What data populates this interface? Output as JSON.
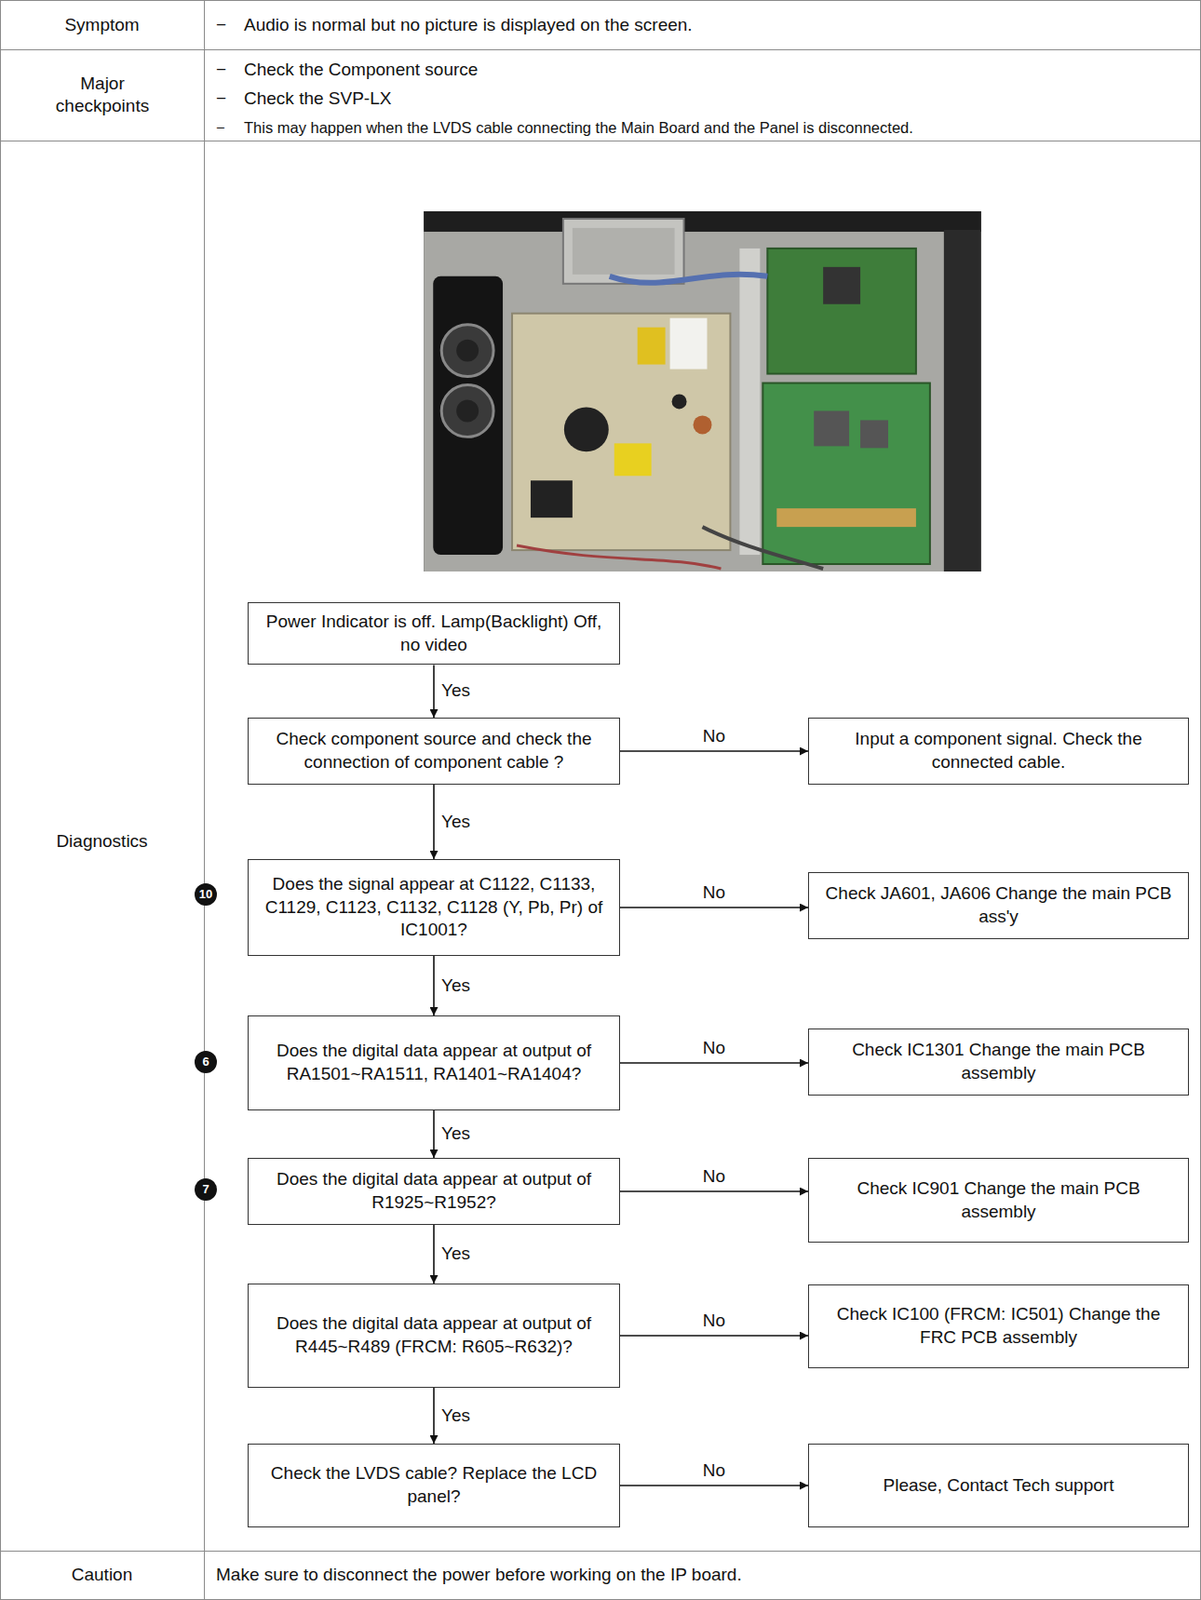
{
  "diagram": {
    "nodes": [
      {
        "text": [
          "Power Indicator is off. Lamp(Backlight) Off, no video"
        ]
      },
      {
        "text": [
          "Check component source and check the connection of component cable ?"
        ]
      },
      {
        "text": [
          "Input a component signal. Check the connected cable."
        ]
      },
      {
        "text": [
          "Does the signal appear at C1122, C1133, C1129, C1123, C1132, C1128 (Y, Pb, Pr) of IC1001?"
        ]
      },
      {
        "text": [
          "Check JA601, JA606 Change the main PCB ass'y"
        ]
      },
      {
        "text": [
          "Does the digital data appear at output of RA1501~RA1511, RA1401~RA1404?"
        ]
      },
      {
        "text": [
          "Check IC1301 Change the main PCB assembly"
        ]
      },
      {
        "text": [
          "Does the digital data appear at output of R1925~R1952?"
        ]
      },
      {
        "text": [
          "Check IC901 Change the main PCB assembly"
        ]
      },
      {
        "text": [
          "Does the digital data appear at output of R445~R489 (FRCM: R605~R632)?"
        ]
      },
      {
        "text": [
          "Check IC100 (FRCM: IC501) Change the FRC PCB assembly"
        ]
      },
      {
        "text": [
          "Check the LVDS cable? Replace the LCD panel?"
        ]
      },
      {
        "text": [
          "Please, Contact Tech support"
        ]
      }
    ],
    "edges": [
      {
        "from": 0,
        "to": 1,
        "label": "Yes",
        "arrow": "to"
      },
      {
        "from": 1,
        "to": 2,
        "label": "No",
        "arrow": "to"
      },
      {
        "from": 1,
        "to": 3,
        "label": "Yes",
        "arrow": "to"
      },
      {
        "from": 3,
        "to": 4,
        "label": "No",
        "arrow": "to"
      },
      {
        "from": 3,
        "to": 5,
        "label": "Yes",
        "arrow": "to"
      },
      {
        "from": 5,
        "to": 6,
        "label": "No",
        "arrow": "to"
      },
      {
        "from": 5,
        "to": 7,
        "label": "Yes",
        "arrow": "to"
      },
      {
        "from": 7,
        "to": 8,
        "label": "No",
        "arrow": "to"
      },
      {
        "from": 7,
        "to": 9,
        "label": "Yes",
        "arrow": "to"
      },
      {
        "from": 9,
        "to": 10,
        "label": "No",
        "arrow": "to"
      },
      {
        "from": 9,
        "to": 11,
        "label": "Yes",
        "arrow": "to"
      },
      {
        "from": 11,
        "to": 12,
        "label": "No",
        "arrow": "to"
      }
    ],
    "labels": [
      "Symptom",
      "−",
      "Audio is normal but no picture is displayed on the screen.",
      "Major checkpoints",
      "−",
      "Check the Component source",
      "−",
      "Check the SVP-LX",
      "−",
      "This may happen when the LVDS cable connecting the Main Board and the Panel is disconnected.",
      "Diagnostics",
      "10",
      "6",
      "7",
      "Caution",
      "Make sure to disconnect the power before working on the IP board."
    ]
  }
}
